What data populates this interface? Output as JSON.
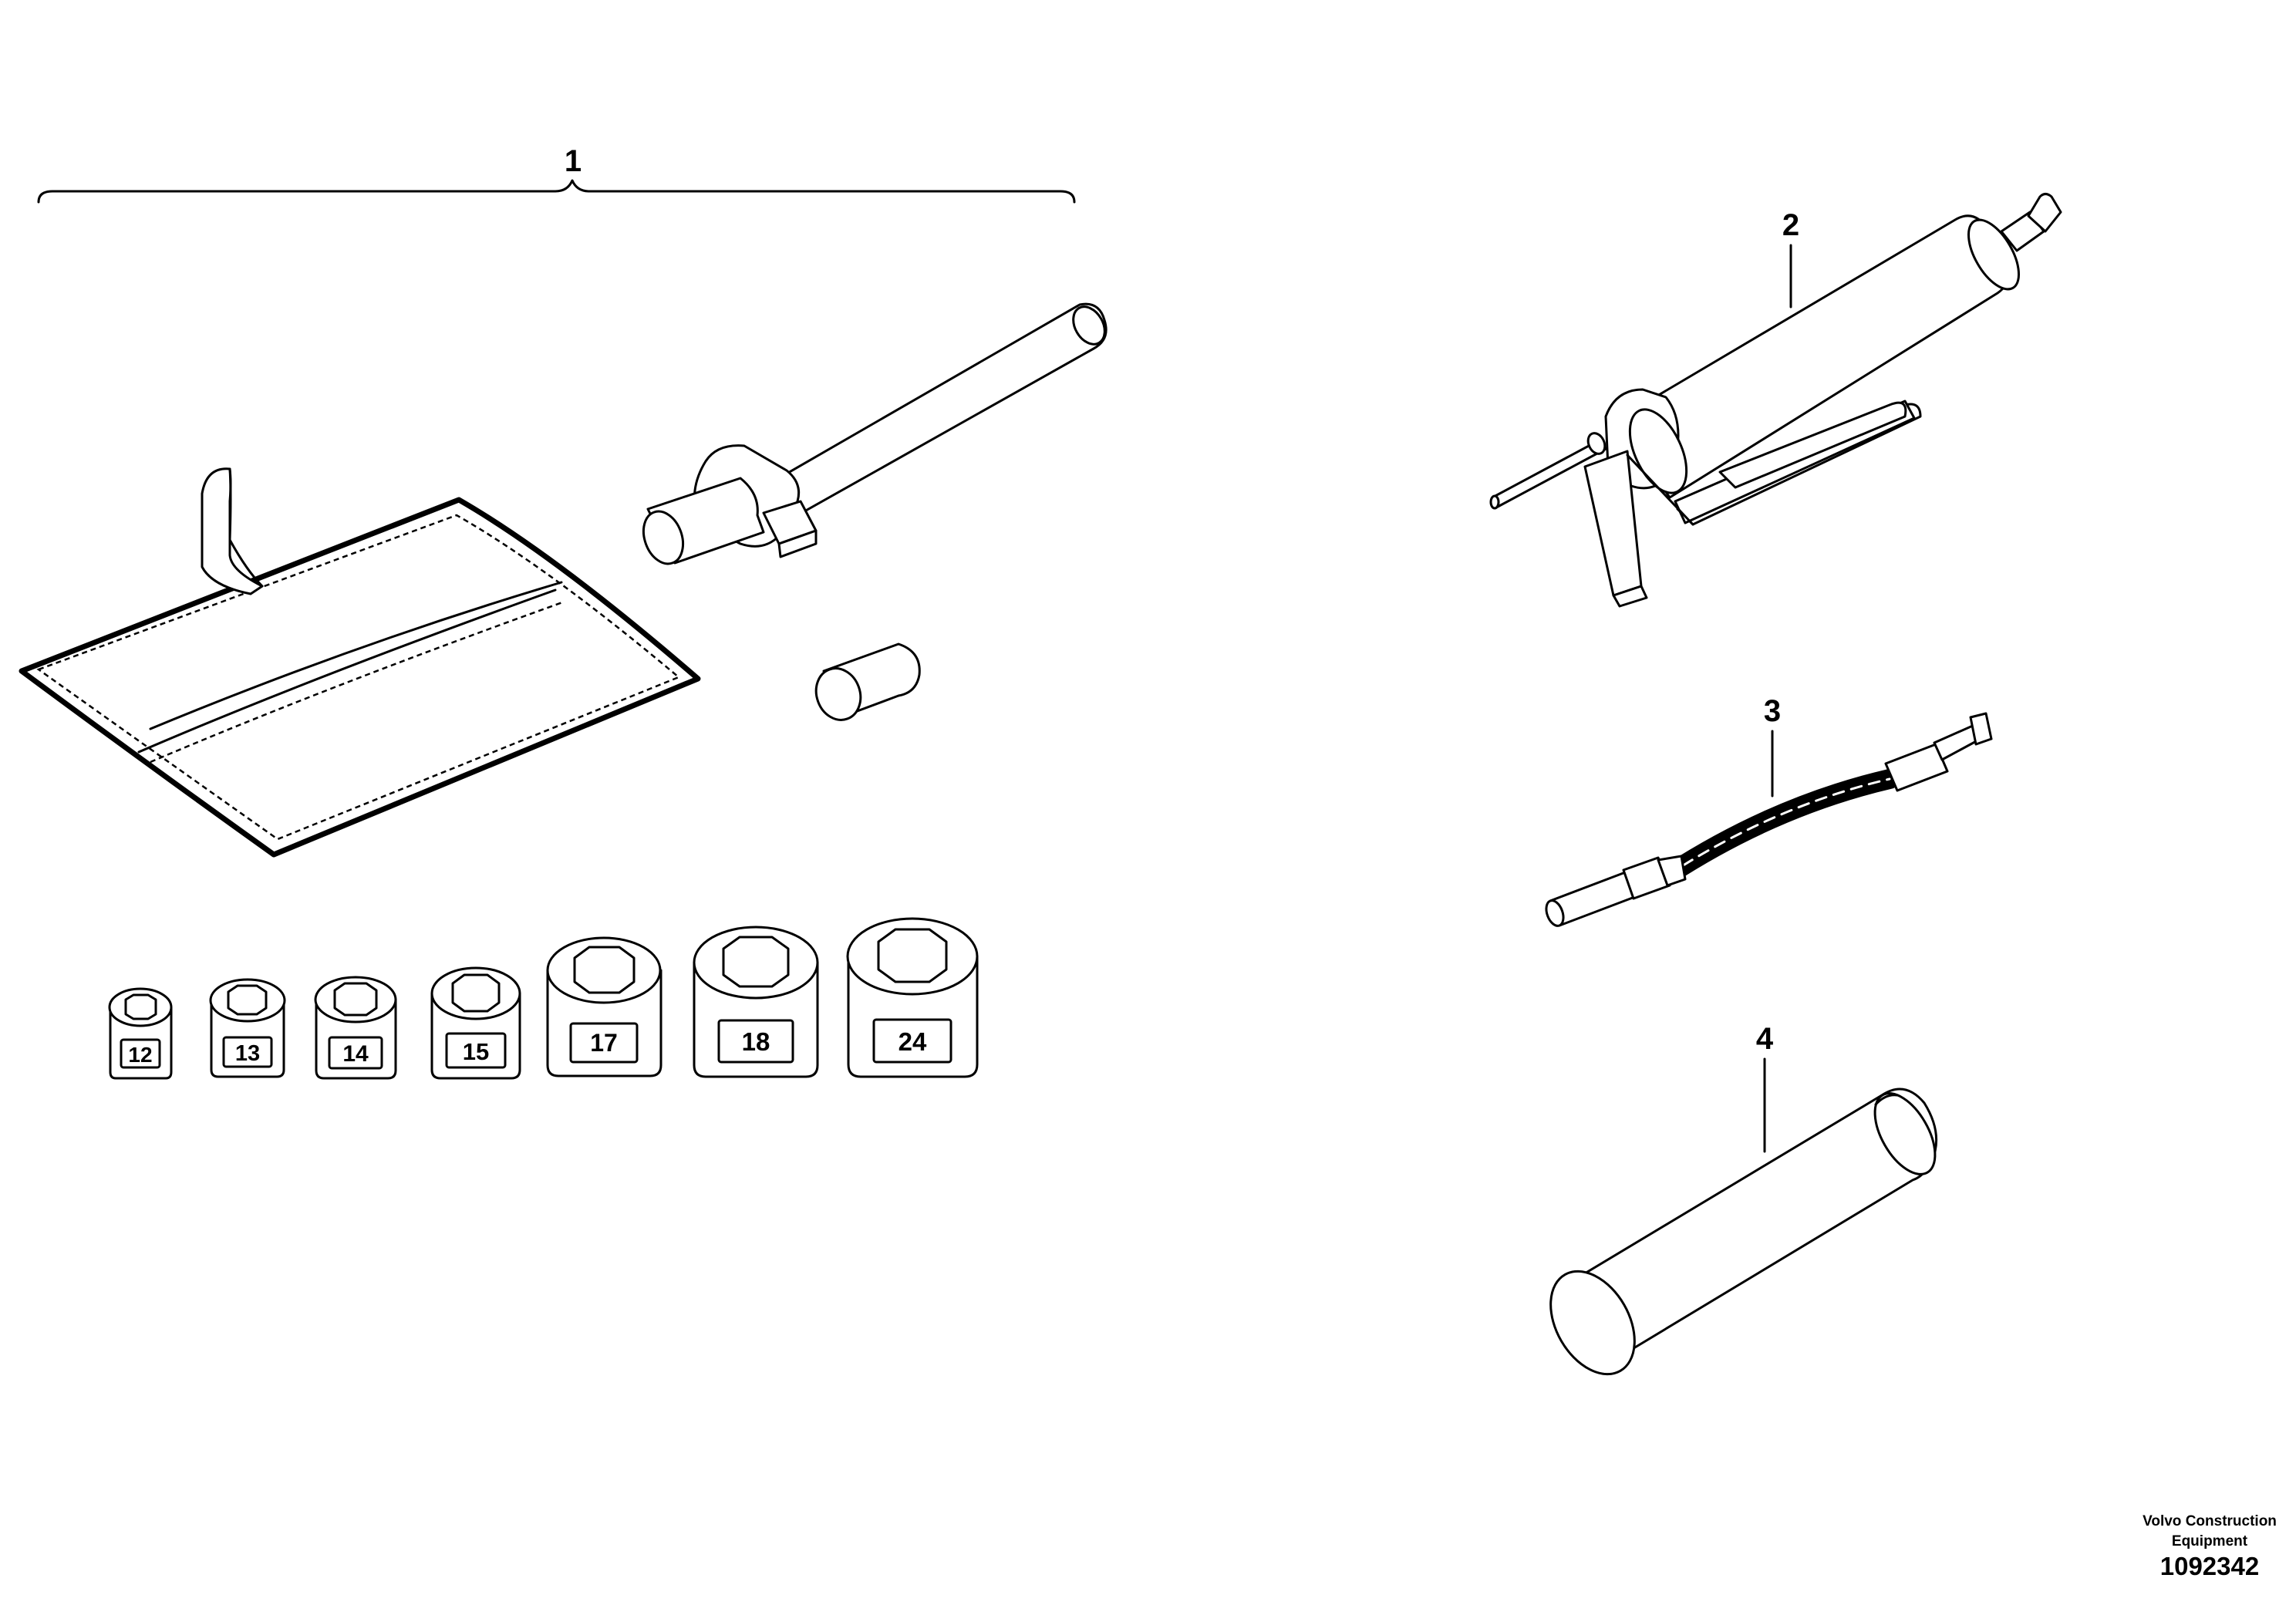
{
  "callouts": {
    "c1": "1",
    "c2": "2",
    "c3": "3",
    "c4": "4"
  },
  "sockets": [
    {
      "size": "12"
    },
    {
      "size": "13"
    },
    {
      "size": "14"
    },
    {
      "size": "15"
    },
    {
      "size": "17"
    },
    {
      "size": "18"
    },
    {
      "size": "24"
    }
  ],
  "credit": {
    "line1": "Volvo Construction",
    "line2": "Equipment",
    "doc_number": "1092342"
  }
}
